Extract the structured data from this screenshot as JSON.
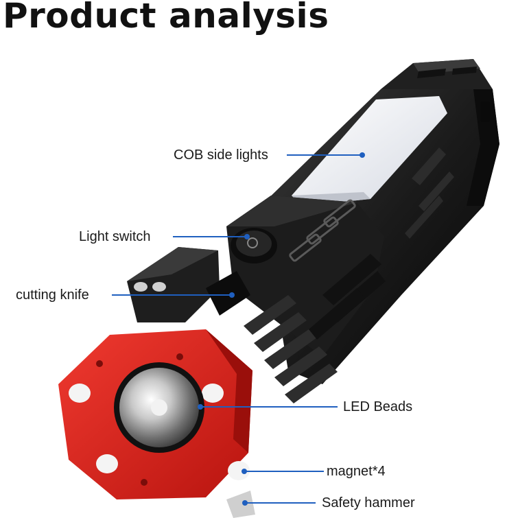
{
  "title": "Product analysis",
  "callouts": {
    "cob": "COB side lights",
    "switch": "Light switch",
    "knife": "cutting knife",
    "led": "LED Beads",
    "magnet": "magnet*4",
    "hammer": "Safety hammer"
  },
  "colors": {
    "accent_line": "#1f5fbf",
    "body_black": "#1b1b1b",
    "head_red": "#d81e1e",
    "cob_panel": "#eef0f5"
  }
}
